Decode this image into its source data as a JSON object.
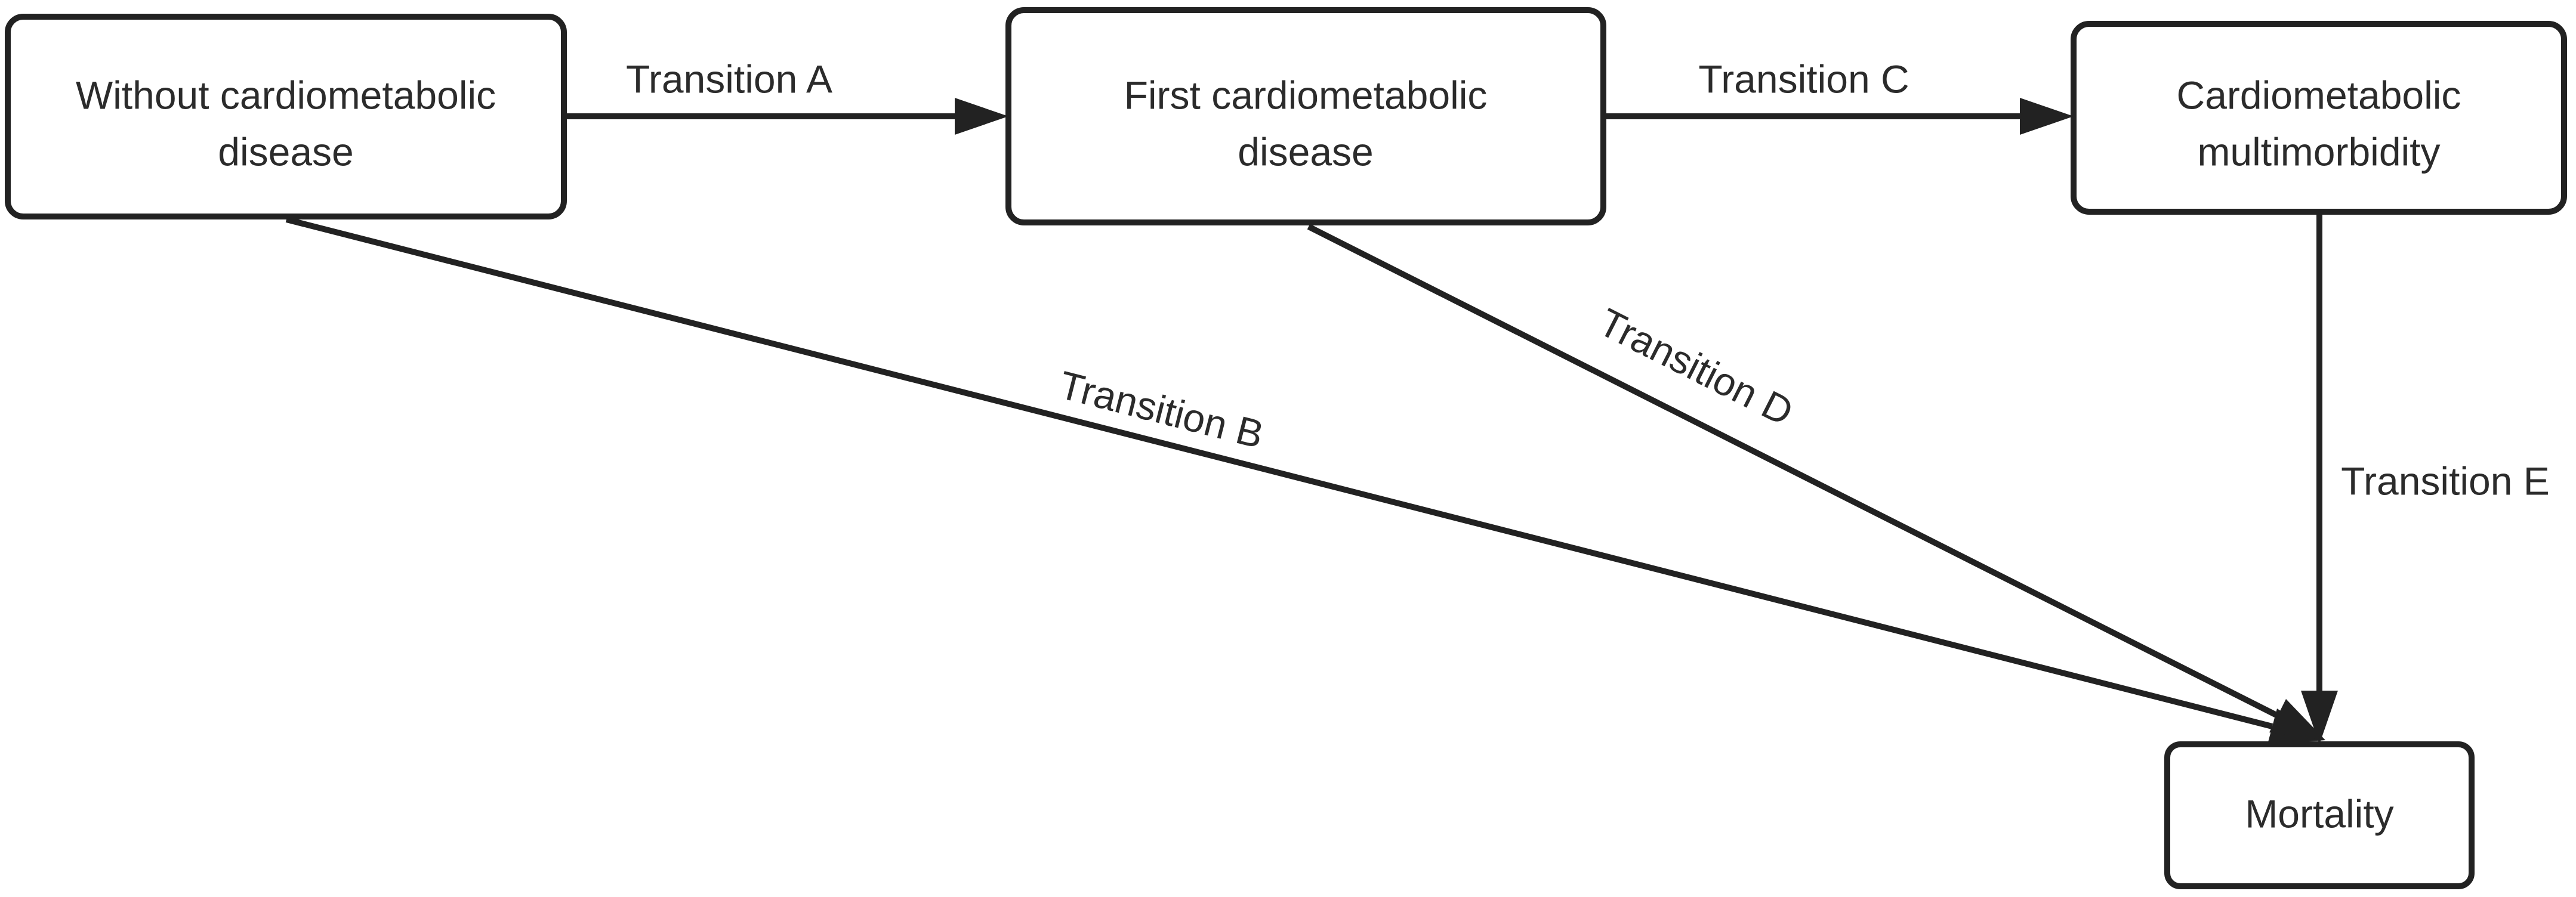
{
  "diagram": {
    "nodes": {
      "without": {
        "line1": "Without cardiometabolic",
        "line2": "disease"
      },
      "first": {
        "line1": "First cardiometabolic",
        "line2": "disease"
      },
      "multi": {
        "line1": "Cardiometabolic",
        "line2": "multimorbidity"
      },
      "mortality": {
        "line1": "Mortality"
      }
    },
    "edges": {
      "a": {
        "label": "Transition A"
      },
      "b": {
        "label": "Transition B"
      },
      "c": {
        "label": "Transition C"
      },
      "d": {
        "label": "Transition D"
      },
      "e": {
        "label": "Transition E"
      }
    },
    "colors": {
      "stroke": "#222222",
      "text": "#2b2b2b",
      "background": "#ffffff"
    }
  }
}
